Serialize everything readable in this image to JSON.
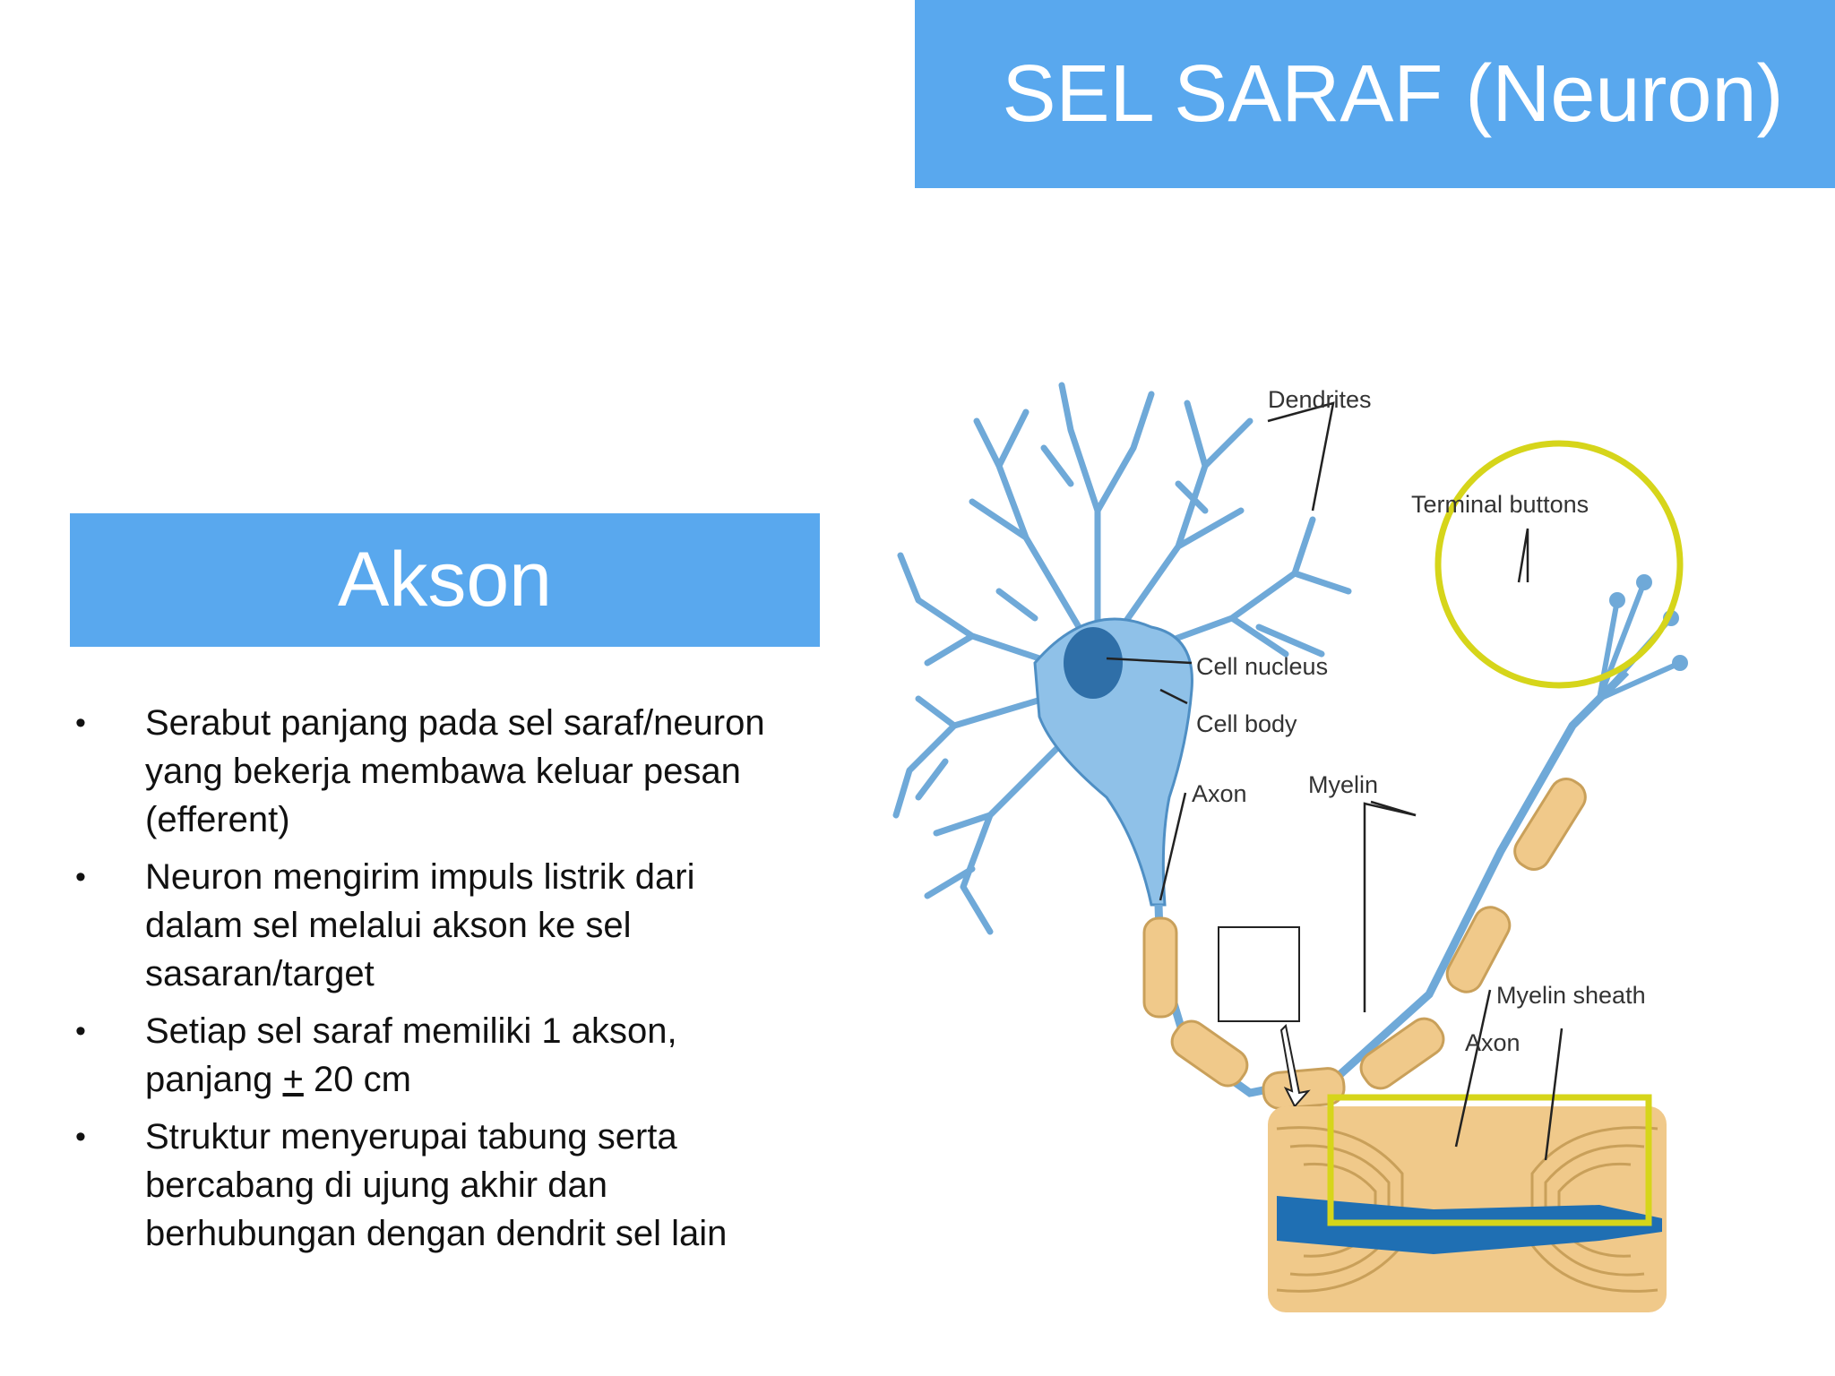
{
  "title": "SEL SARAF (Neuron)",
  "subtitle": "Akson",
  "bullets": [
    {
      "lines": [
        "Serabut panjang pada sel saraf/neuron",
        "yang bekerja membawa keluar pesan",
        "(efferent)"
      ]
    },
    {
      "lines": [
        "Neuron mengirim impuls listrik dari",
        "dalam sel melalui akson ke sel",
        "sasaran/target"
      ]
    },
    {
      "line1": "Setiap sel saraf memiliki 1 akson,",
      "line2_pre": "panjang ",
      "line2_mark": "+",
      "line2_post": " 20 cm"
    },
    {
      "lines": [
        "Struktur menyerupai  tabung serta",
        "bercabang di ujung akhir dan",
        "berhubungan dengan dendrit sel lain"
      ]
    }
  ],
  "bullet_symbol": "•",
  "diagram": {
    "labels": {
      "dendrites": "Dendrites",
      "terminal_buttons": "Terminal buttons",
      "cell_nucleus": "Cell nucleus",
      "cell_body": "Cell body",
      "axon": "Axon",
      "myelin": "Myelin",
      "myelin_sheath": "Myelin sheath",
      "axon_detail": "Axon"
    },
    "colors": {
      "banner": "#59a8ee",
      "neuron": "#8fc1e8",
      "neuron_outline": "#4f8fc4",
      "nucleus": "#2f6fa8",
      "myelin": "#f0c98a",
      "highlight": "#d6d51a"
    }
  }
}
